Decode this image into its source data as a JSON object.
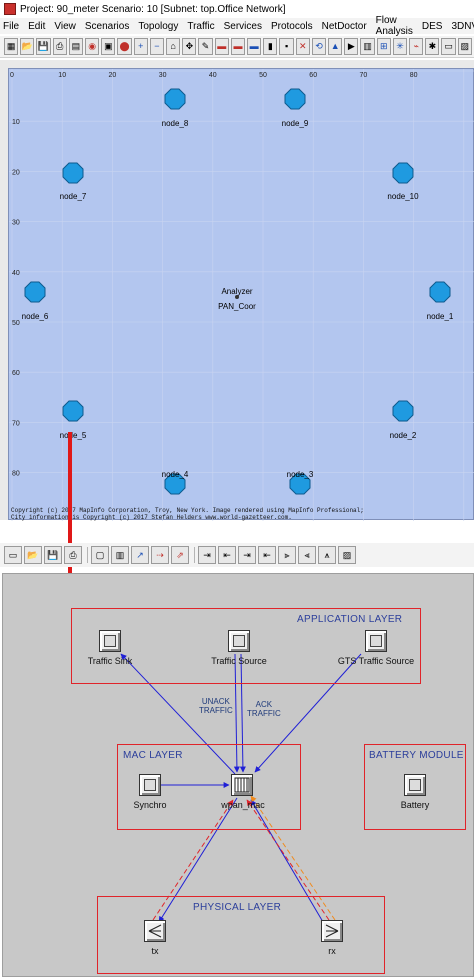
{
  "window": {
    "title": "Project: 90_meter Scenario: 10  [Subnet: top.Office Network]"
  },
  "menu": [
    "File",
    "Edit",
    "View",
    "Scenarios",
    "Topology",
    "Traffic",
    "Services",
    "Protocols",
    "NetDoctor",
    "Flow Analysis",
    "DES",
    "3DNV"
  ],
  "toolbar": {
    "icons": [
      "tile-icon",
      "open-folder-icon",
      "save-icon",
      "print-icon",
      "print-preview-icon",
      "palette-icon",
      "map-icon",
      "pin-icon",
      "zoom-in-icon",
      "zoom-out-icon",
      "home-icon",
      "pan-icon",
      "draw-icon",
      "link-ok-icon",
      "link-red-icon",
      "link-check-icon",
      "battery-icon",
      "node-icon",
      "fail-icon",
      "recover-icon",
      "triangle-icon",
      "run-icon",
      "results-icon",
      "topology-icon",
      "mesh-icon",
      "wireless-icon",
      "star-icon",
      "folder-icon",
      "layers-icon"
    ]
  },
  "map": {
    "ticks_x": [
      "0",
      "10",
      "20",
      "30",
      "40",
      "50",
      "60",
      "70",
      "80"
    ],
    "ticks_y": [
      "10",
      "20",
      "30",
      "40",
      "50",
      "60",
      "70",
      "80"
    ],
    "nodes": [
      {
        "label": "node_8"
      },
      {
        "label": "node_9"
      },
      {
        "label": "node_7"
      },
      {
        "label": "node_10"
      },
      {
        "label": "node_6"
      },
      {
        "label": "node_1"
      },
      {
        "label": "node_5"
      },
      {
        "label": "node_2"
      },
      {
        "label": "node_4"
      },
      {
        "label": "node_3"
      }
    ],
    "center_labels": [
      "Analyzer",
      "PAN_Coor"
    ],
    "copyright": [
      "Copyright (c) 2017 MapInfo Corporation, Troy, New York. Image rendered using MapInfo Professional;",
      "City information is Copyright (c) 2017 Stefan Helders www.world-gazetteer.com."
    ]
  },
  "node_model": {
    "toolbar_icons": [
      "new-icon",
      "open-icon",
      "save-icon",
      "print-icon",
      "processor-icon",
      "queue-icon",
      "packet-stream-icon",
      "statistic-wire-icon",
      "association-icon",
      "tx-pt-icon",
      "rx-pt-icon",
      "tx-bus-icon",
      "rx-bus-icon",
      "tx-radio-icon",
      "rx-radio-icon",
      "antenna-icon",
      "fullscreen-icon"
    ],
    "layers": {
      "application": "APPLICATION LAYER",
      "mac": "MAC LAYER",
      "battery": "BATTERY MODULE",
      "physical": "PHYSICAL LAYER"
    },
    "modules": {
      "traffic_sink": "Traffic Sink",
      "traffic_source": "Traffic Source",
      "gts_source": "GTS Traffic Source",
      "synchro": "Synchro",
      "wpan_mac": "wpan_mac",
      "battery": "Battery",
      "tx": "tx",
      "rx": "rx"
    },
    "stream_labels": {
      "unack": [
        "UNACK",
        "TRAFFIC"
      ],
      "ack": [
        "ACK",
        "TRAFFIC"
      ]
    },
    "colors": {
      "layer_border": "#e0242a",
      "packet_stream": "#1f1fd6",
      "stat_wire_red": "#e0242a",
      "stat_wire_orange": "#f08a1c",
      "map_background": "#b3c6ef",
      "node_fill": "#1f9ae0"
    }
  }
}
